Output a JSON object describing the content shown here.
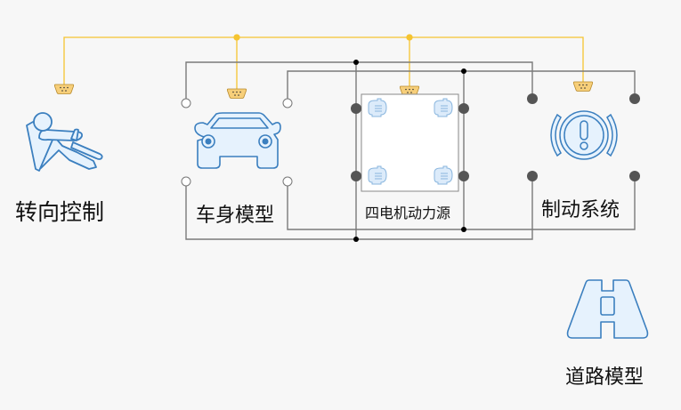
{
  "diagram": {
    "title": "Vehicle dynamics model",
    "blocks": [
      {
        "id": "steering",
        "label": "转向控制",
        "icon": "driver-steering-icon"
      },
      {
        "id": "body",
        "label": "车身模型",
        "icon": "car-icon"
      },
      {
        "id": "powertrain",
        "label": "四电机动力源",
        "icon": "motor-icon"
      },
      {
        "id": "brake",
        "label": "制动系统",
        "icon": "brake-warning-icon"
      },
      {
        "id": "road",
        "label": "道路模型",
        "icon": "road-icon"
      }
    ],
    "connections": [
      {
        "type": "signal-bus",
        "color": "#f5c431",
        "connects": [
          "steering",
          "body",
          "powertrain",
          "brake"
        ]
      },
      {
        "type": "mechanical",
        "color": "#7a7a7a",
        "connects": [
          "body",
          "powertrain",
          "brake"
        ]
      }
    ],
    "colors": {
      "icon_stroke": "#3b7fbf",
      "icon_fill": "#e6f2fd",
      "connector_fill": "#f7cf7a",
      "port_dark": "#555555",
      "wire": "#7a7a7a",
      "bus": "#f5c431"
    }
  }
}
